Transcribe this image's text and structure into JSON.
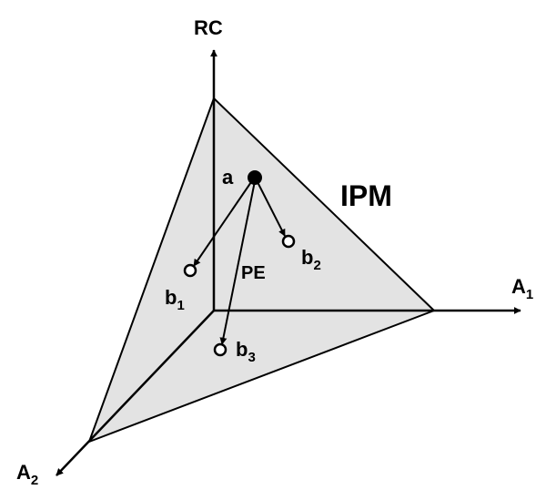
{
  "colors": {
    "plane_fill": "#e3e3e3",
    "line": "#000000",
    "background": "#ffffff"
  },
  "axes": {
    "vertical": {
      "label": "RC"
    },
    "right": {
      "label": "A",
      "subscript": "1"
    },
    "left": {
      "label": "A",
      "subscript": "2"
    }
  },
  "plane": {
    "label": "IPM"
  },
  "points": {
    "a": {
      "label": "a",
      "style": "filled"
    },
    "b1": {
      "label": "b",
      "subscript": "1",
      "style": "open"
    },
    "b2": {
      "label": "b",
      "subscript": "2",
      "style": "open"
    },
    "b3": {
      "label": "b",
      "subscript": "3",
      "style": "open"
    }
  },
  "arrow_label": "PE"
}
